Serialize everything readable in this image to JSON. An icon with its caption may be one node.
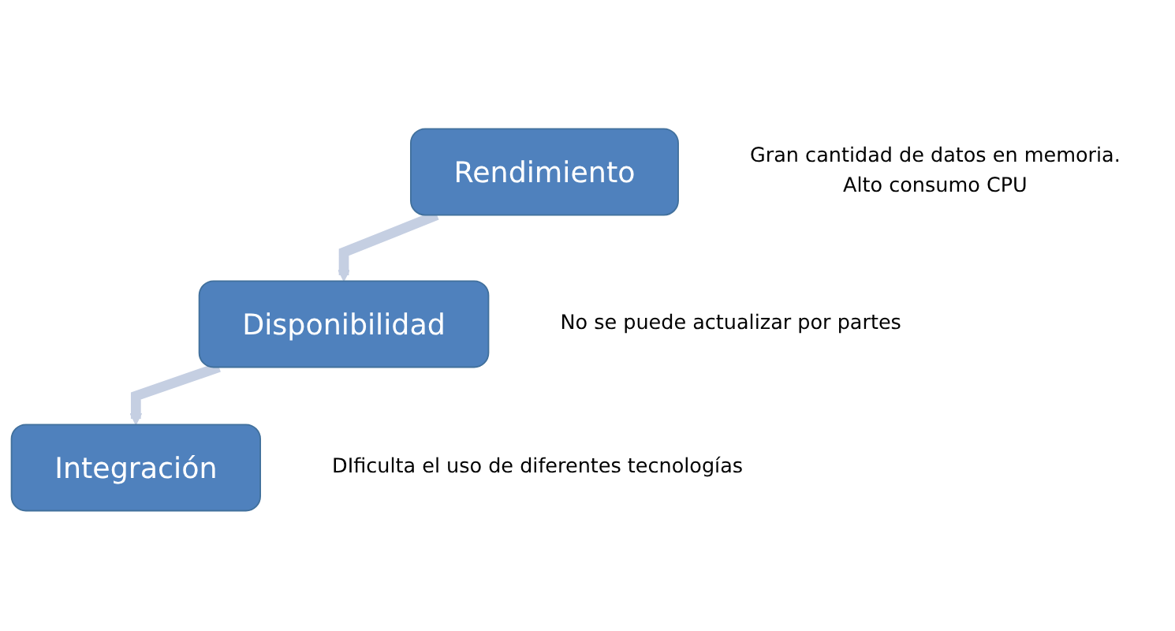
{
  "diagram": {
    "nodes": [
      {
        "text": [
          "Rendimiento"
        ],
        "beside": [
          "Gran cantidad de datos en memoria.",
          "Alto consumo CPU"
        ]
      },
      {
        "text": [
          "Disponibilidad"
        ],
        "beside": [
          "No se puede actualizar por partes"
        ]
      },
      {
        "text": [
          "Integración"
        ],
        "beside": [
          "DIficulta el uso de diferentes tecnologías"
        ]
      }
    ],
    "edges": [
      {
        "from": 0,
        "to": 1,
        "arrow": "to"
      },
      {
        "from": 1,
        "to": 2,
        "arrow": "to"
      }
    ]
  }
}
